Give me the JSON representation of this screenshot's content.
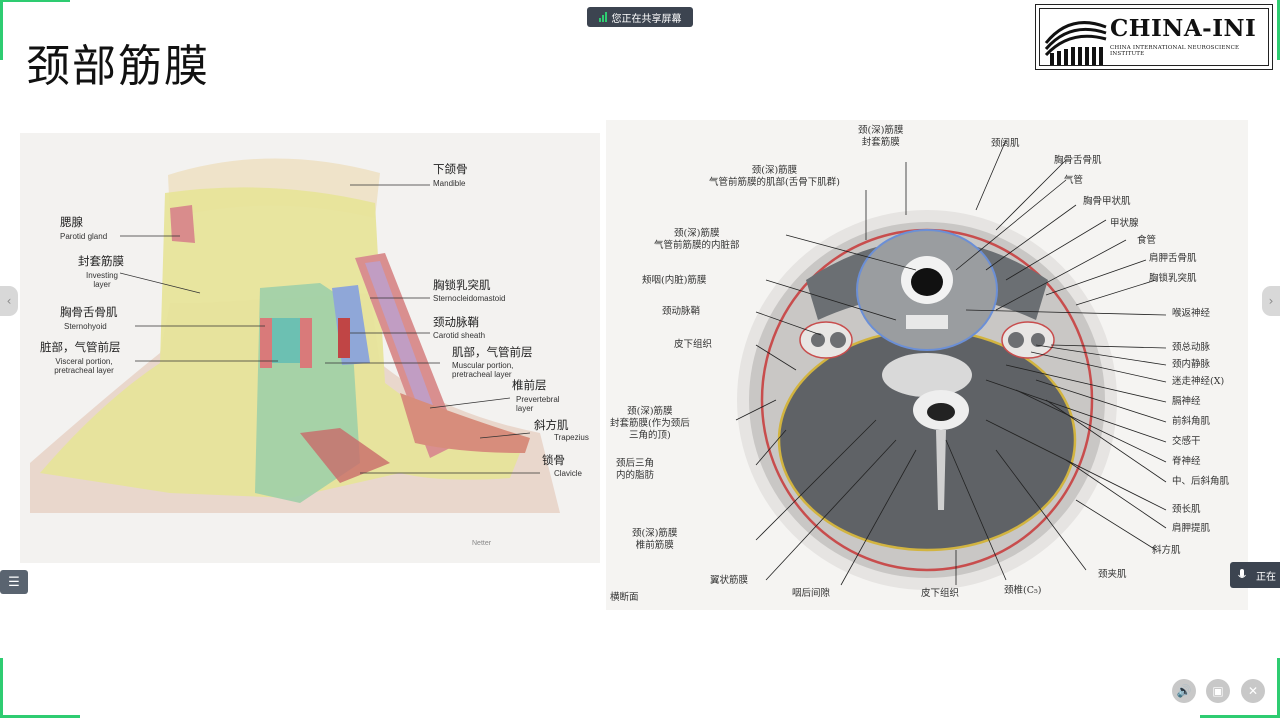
{
  "slide": {
    "title": "颈部筋膜"
  },
  "share": {
    "label": "您正在共享屏幕"
  },
  "logo": {
    "name": "CHINA-INI",
    "subtitle": "CHINA INTERNATIONAL NEUROSCIENCE INSTITUTE"
  },
  "left_figure": {
    "labels": [
      {
        "zh": "下颌骨",
        "en": "Mandible"
      },
      {
        "zh": "腮腺",
        "en": "Parotid gland"
      },
      {
        "zh": "封套筋膜",
        "en": "Investing layer"
      },
      {
        "zh": "胸锁乳突肌",
        "en": "Sternocleidomastoid"
      },
      {
        "zh": "胸骨舌骨肌",
        "en": "Sternohyoid"
      },
      {
        "zh": "颈动脉鞘",
        "en": "Carotid sheath"
      },
      {
        "zh": "脏部，气管前层",
        "en": "Visceral portion, pretracheal layer"
      },
      {
        "zh": "肌部，气管前层",
        "en": "Muscular portion, pretracheal layer"
      },
      {
        "zh": "椎前层",
        "en": "Prevertebral layer"
      },
      {
        "zh": "斜方肌",
        "en": "Trapezius"
      },
      {
        "zh": "锁骨",
        "en": "Clavicle"
      }
    ]
  },
  "right_figure": {
    "caption": "横断面",
    "left_labels": [
      "颈(深)筋膜\n封套筋膜",
      "颈(深)筋膜\n气管前筋膜的肌部(舌骨下肌群)",
      "颈(深)筋膜\n气管前筋膜的内脏部",
      "颊咽(内脏)筋膜",
      "颈动脉鞘",
      "皮下组织",
      "颈(深)筋膜\n封套筋膜(作为颈后\n三角的顶)",
      "颈后三角\n内的脂肪",
      "颈(深)筋膜\n椎前筋膜",
      "翼状筋膜",
      "咽后间隙",
      "皮下组织",
      "颈椎(C₅)",
      "颈夹肌"
    ],
    "right_labels": [
      "颈阔肌",
      "胸骨舌骨肌",
      "气管",
      "胸骨甲状肌",
      "甲状腺",
      "食管",
      "肩胛舌骨肌",
      "胸锁乳突肌",
      "喉返神经",
      "颈总动脉",
      "颈内静脉",
      "迷走神经(X)",
      "膈神经",
      "前斜角肌",
      "交感干",
      "脊神经",
      "中、后斜角肌",
      "颈长肌",
      "肩胛提肌",
      "斜方肌"
    ]
  },
  "side": {
    "prev": "‹",
    "next": "›"
  },
  "menu": {
    "icon": "☰"
  },
  "speaking": {
    "label": "正在"
  },
  "controls": {
    "audio": "🔊",
    "screen": "▣",
    "close": "✕"
  }
}
